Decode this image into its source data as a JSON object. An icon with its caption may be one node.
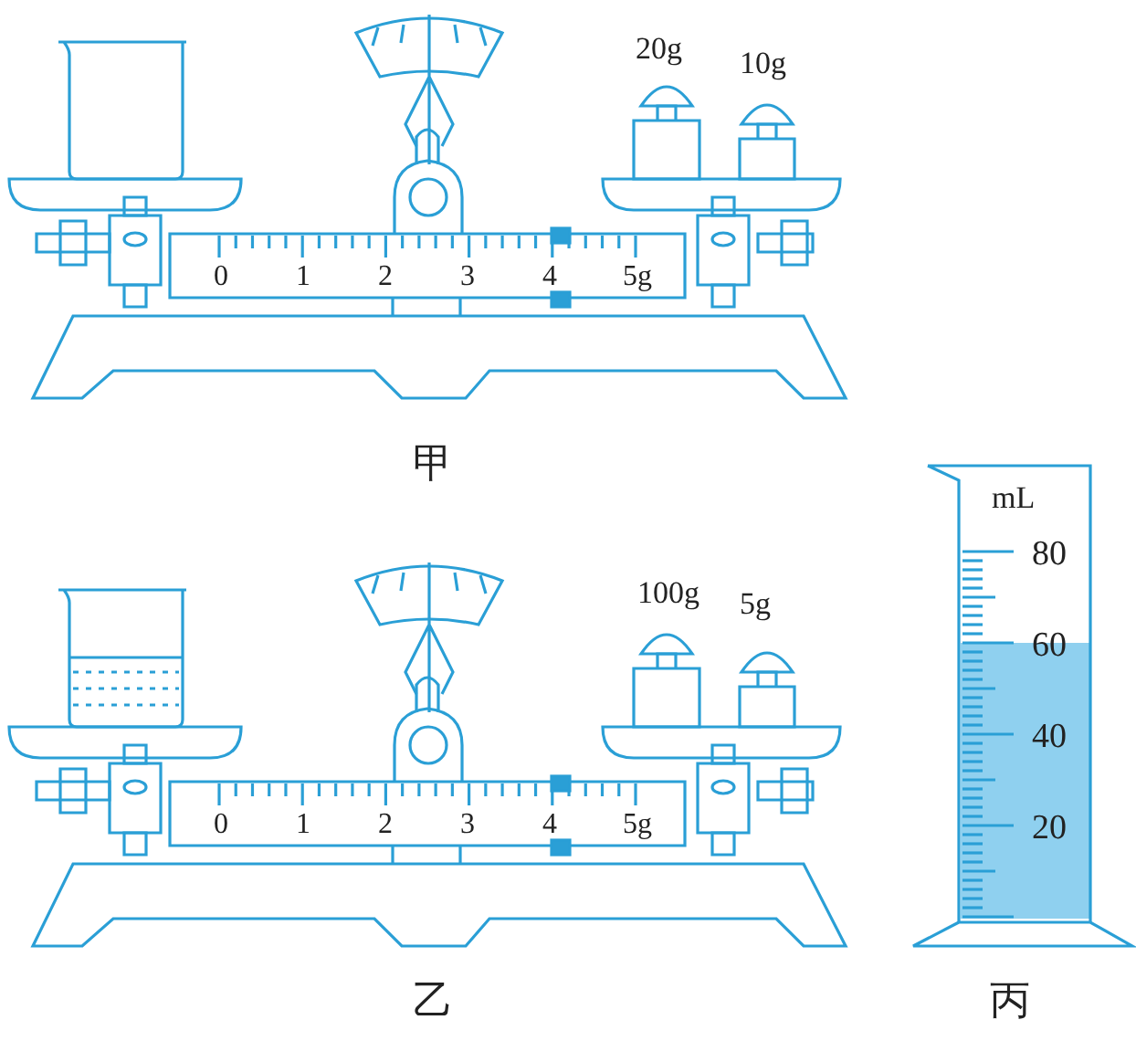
{
  "diagram": {
    "labels": [
      "20g",
      "10g",
      "0",
      "1",
      "2",
      "3",
      "4",
      "5g",
      "甲",
      "100g",
      "5g",
      "0",
      "1",
      "2",
      "3",
      "4",
      "5g",
      "乙",
      "mL",
      "80",
      "60",
      "40",
      "20",
      "丙"
    ]
  }
}
